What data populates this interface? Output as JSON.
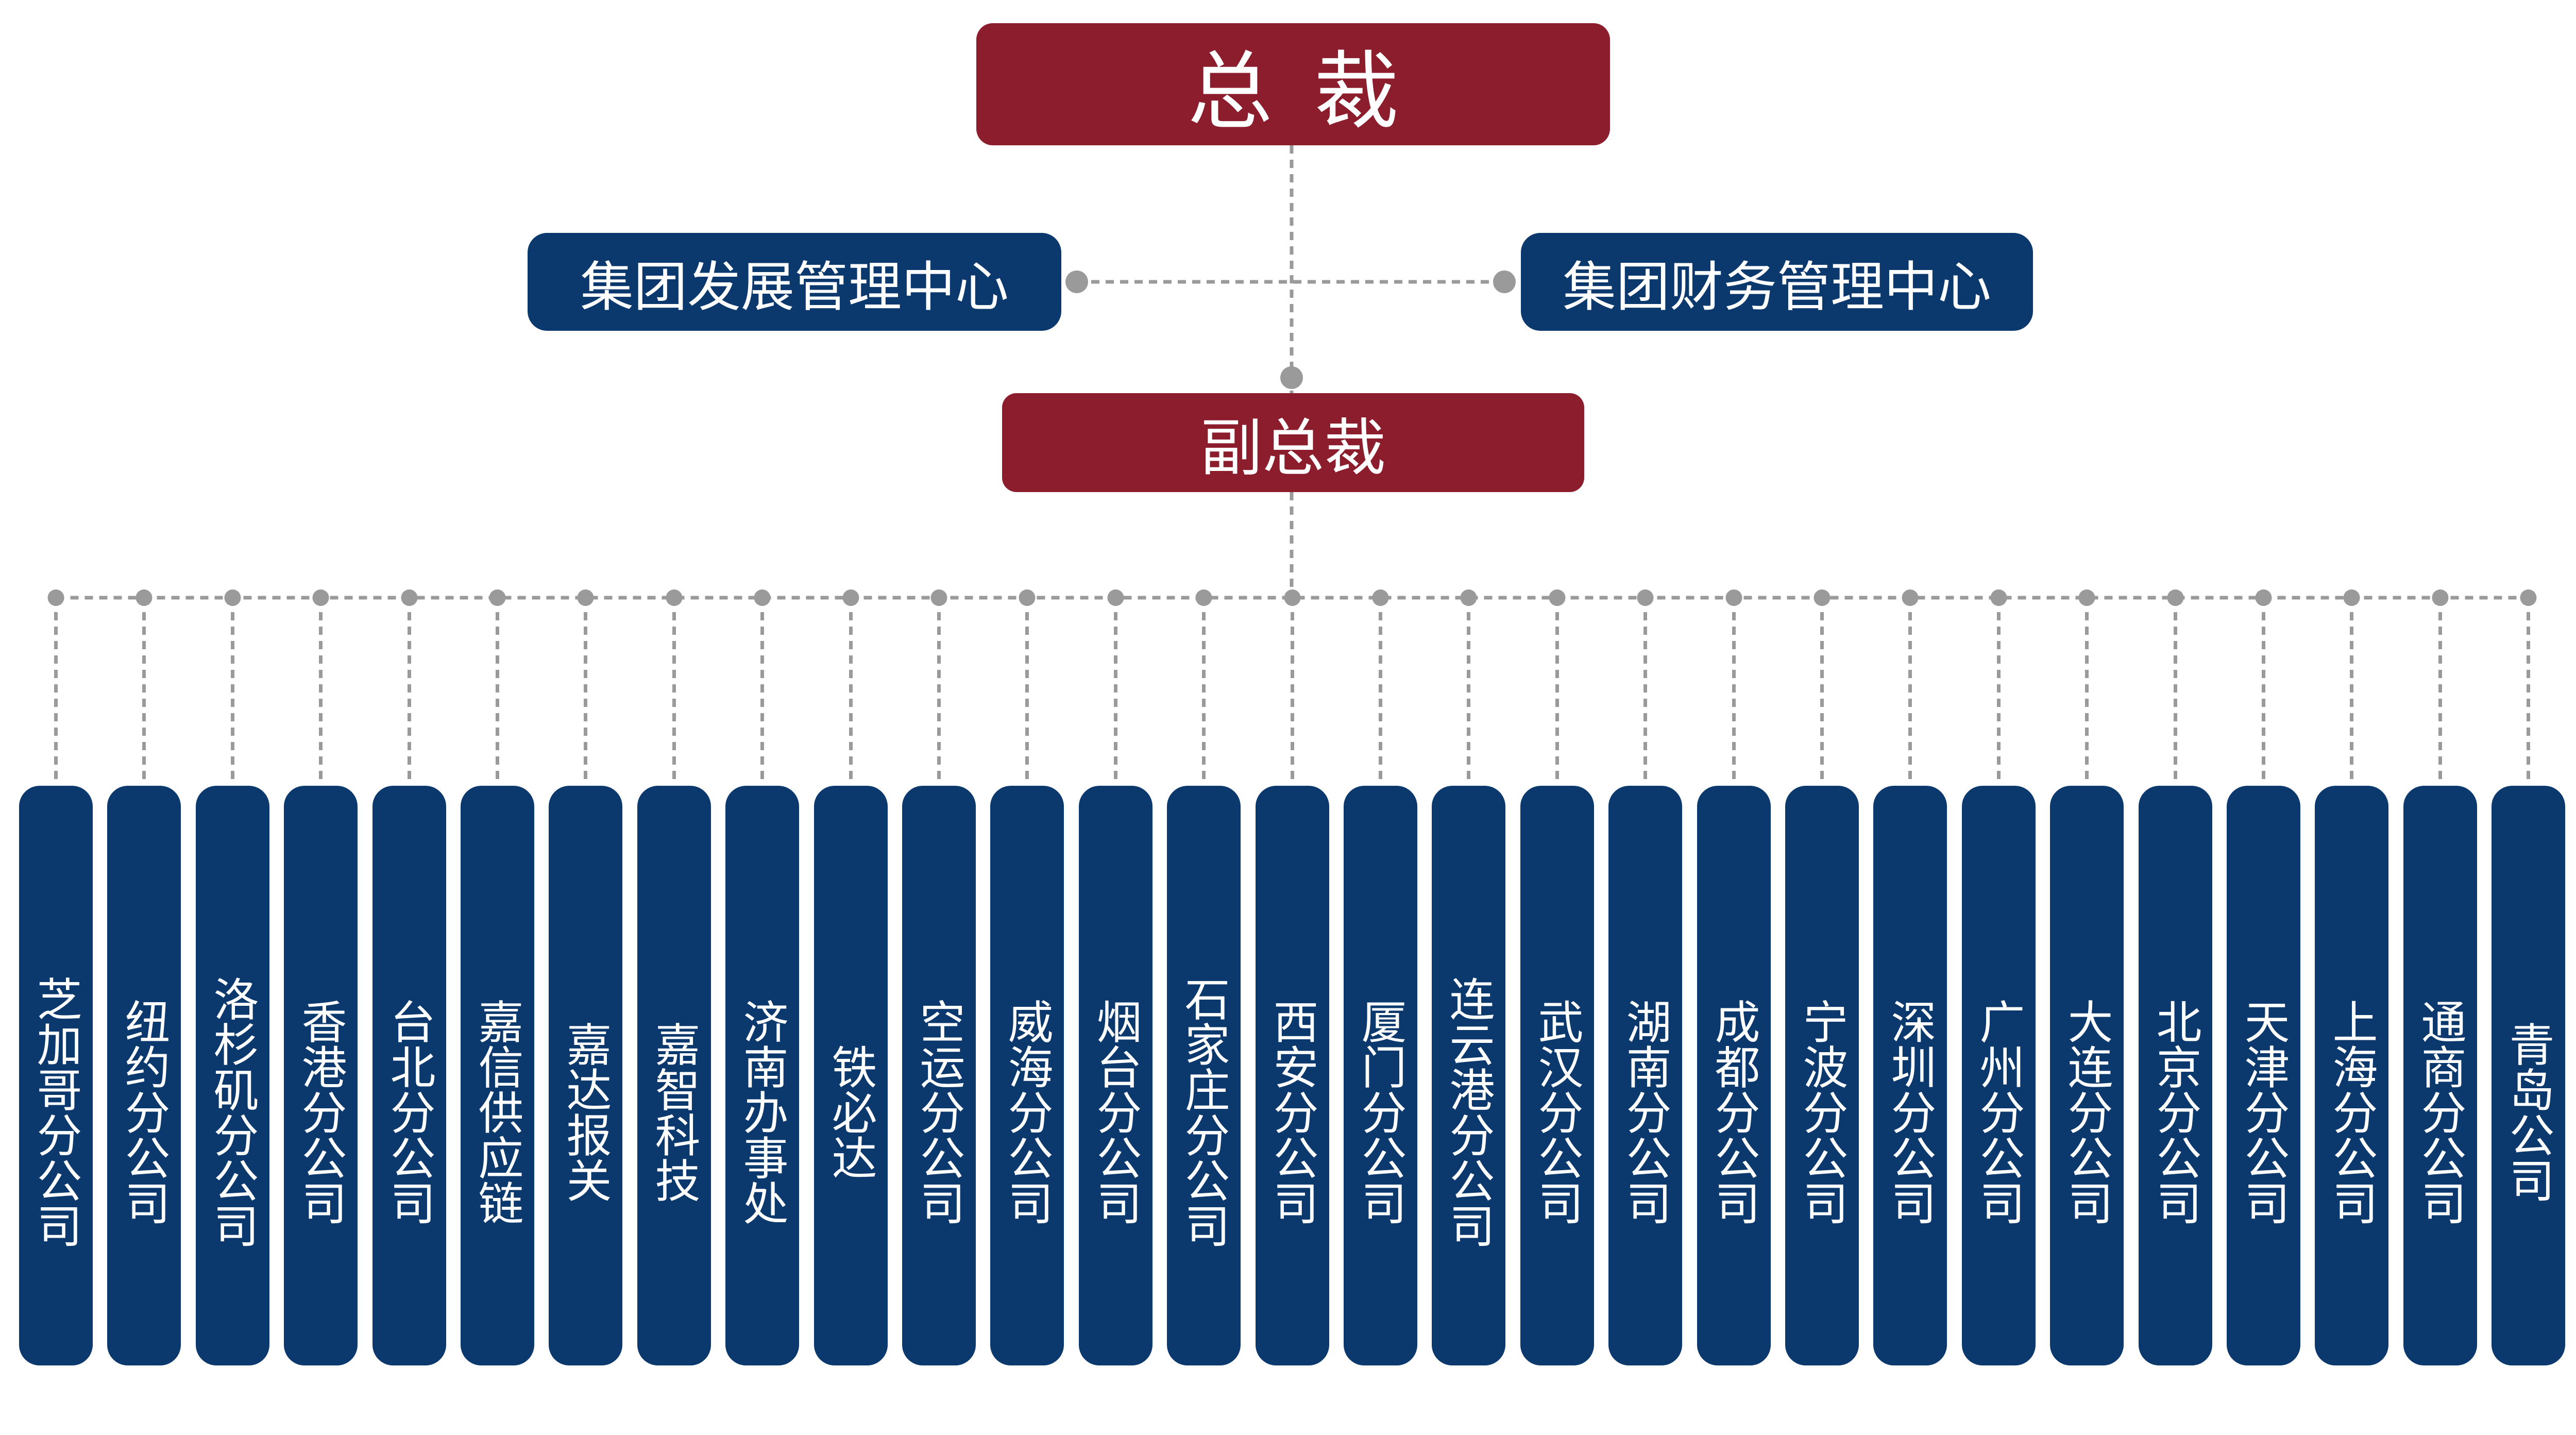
{
  "president": "总裁",
  "vice_president": "副总裁",
  "centers": {
    "development": "集团发展管理中心",
    "finance": "集团财务管理中心"
  },
  "branches": [
    "芝加哥分公司",
    "纽约分公司",
    "洛杉矶分公司",
    "香港分公司",
    "台北分公司",
    "嘉信供应链",
    "嘉达报关",
    "嘉智科技",
    "济南办事处",
    "铁必达",
    "空运分公司",
    "威海分公司",
    "烟台分公司",
    "石家庄分公司",
    "西安分公司",
    "厦门分公司",
    "连云港分公司",
    "武汉分公司",
    "湖南分公司",
    "成都分公司",
    "宁波分公司",
    "深圳分公司",
    "广州分公司",
    "大连分公司",
    "北京分公司",
    "天津分公司",
    "上海分公司",
    "通商分公司",
    "青岛公司"
  ],
  "colors": {
    "executive": "#8c1d2c",
    "unit": "#0b386d",
    "connector": "#9a9a9a"
  }
}
